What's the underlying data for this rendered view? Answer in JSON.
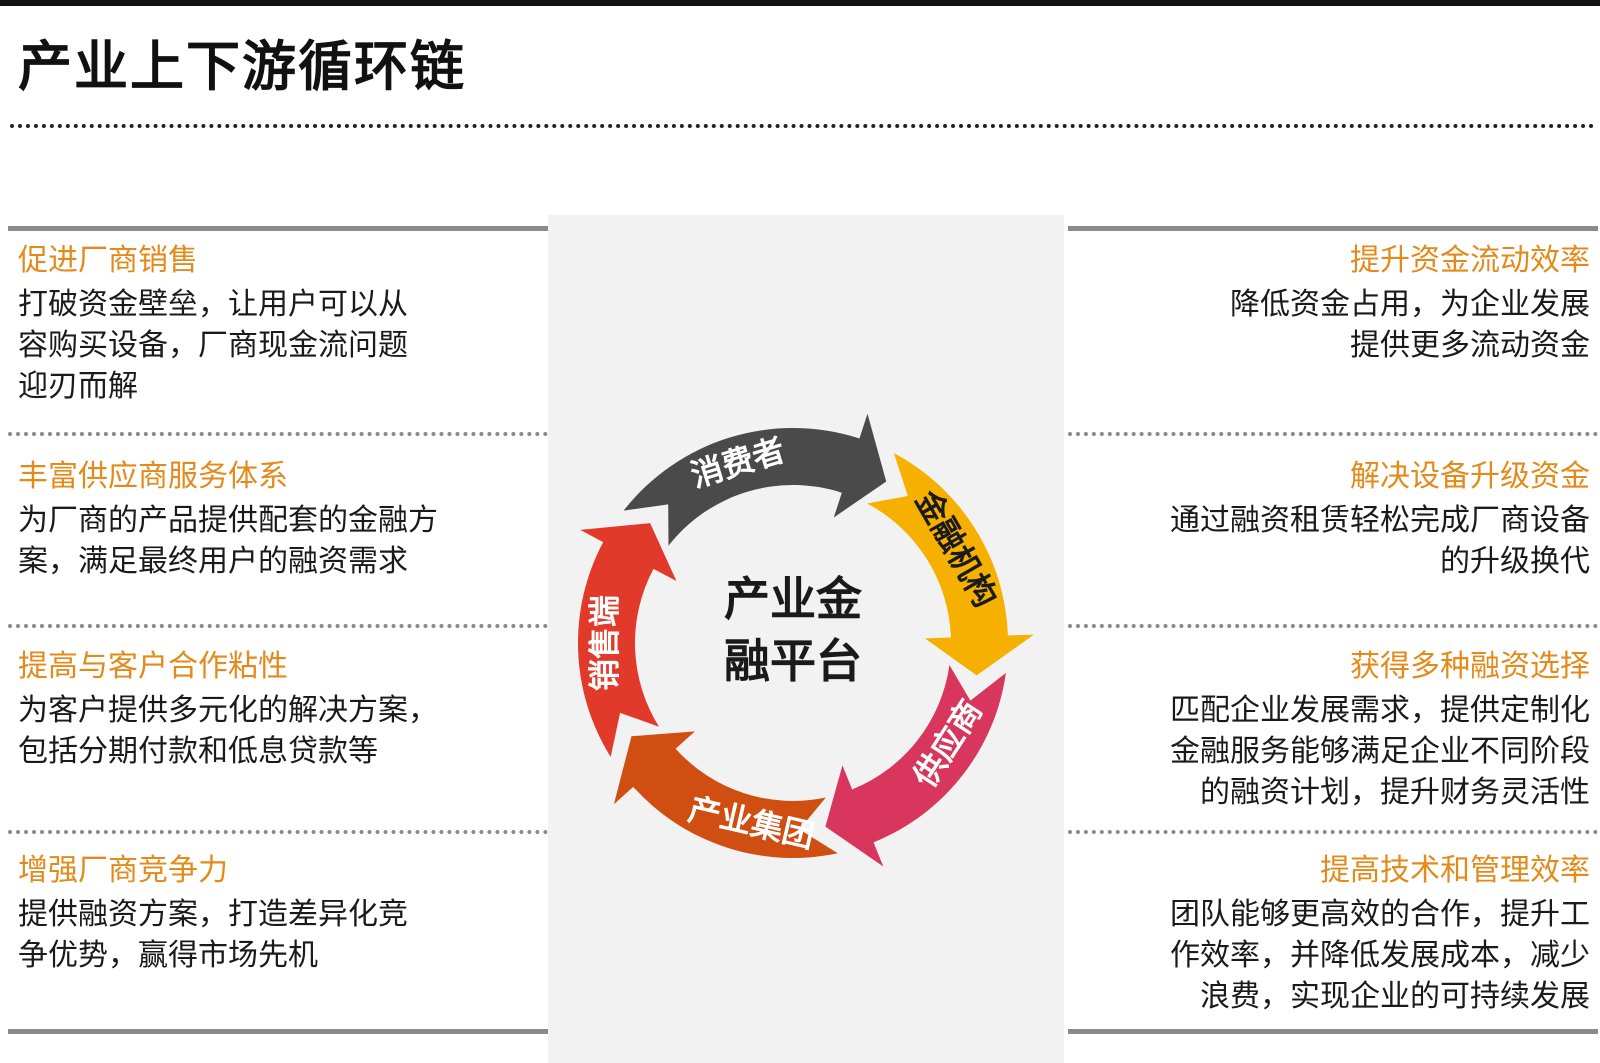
{
  "title": "产业上下游循环链",
  "center": {
    "line1": "产业金",
    "line2": "融平台"
  },
  "cycle": {
    "segments": [
      {
        "label": "消费者",
        "color": "#4a4a4a"
      },
      {
        "label": "金融机构",
        "color": "#f5b000"
      },
      {
        "label": "供应商",
        "color": "#d9365e"
      },
      {
        "label": "产业集团",
        "color": "#d04e12"
      },
      {
        "label": "销售端",
        "color": "#e23a2a"
      }
    ]
  },
  "left_items": [
    {
      "title": "促进厂商销售",
      "desc": [
        "打破资金壁垒，让用户可以从",
        "容购买设备，厂商现金流问题",
        "迎刃而解"
      ]
    },
    {
      "title": "丰富供应商服务体系",
      "desc": [
        "为厂商的产品提供配套的金融方",
        "案，满足最终用户的融资需求"
      ]
    },
    {
      "title": "提高与客户合作粘性",
      "desc": [
        "为客户提供多元化的解决方案，",
        "包括分期付款和低息贷款等"
      ]
    },
    {
      "title": "增强厂商竞争力",
      "desc": [
        "提供融资方案，打造差异化竞",
        "争优势，赢得市场先机"
      ]
    }
  ],
  "right_items": [
    {
      "title": "提升资金流动效率",
      "desc": [
        "降低资金占用，为企业发展",
        "提供更多流动资金"
      ]
    },
    {
      "title": "解决设备升级资金",
      "desc": [
        "通过融资租赁轻松完成厂商设备",
        "的升级换代"
      ]
    },
    {
      "title": "获得多种融资选择",
      "desc": [
        "匹配企业发展需求，提供定制化",
        "金融服务能够满足企业不同阶段",
        "的融资计划，提升财务灵活性"
      ]
    },
    {
      "title": "提高技术和管理效率",
      "desc": [
        "团队能够更高效的合作，提升工",
        "作效率，并降低发展成本，减少",
        "浪费，实现企业的可持续发展"
      ]
    }
  ]
}
